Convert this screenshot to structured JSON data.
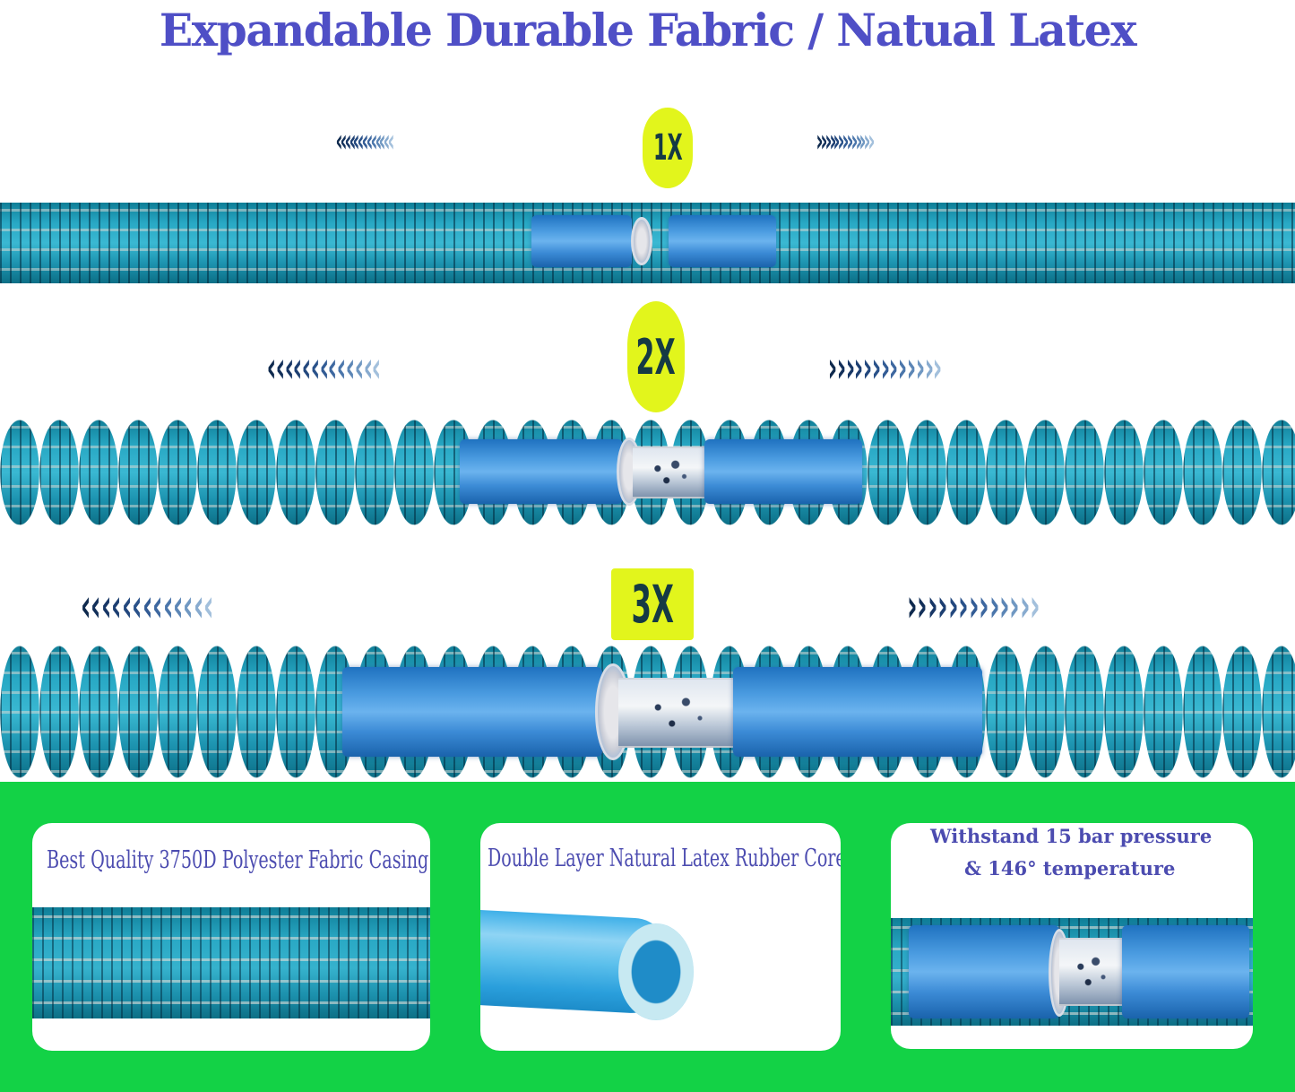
{
  "header": {
    "title": "Expandable Durable Fabric / Natual Latex",
    "title_color": "#4f4fc6"
  },
  "stages": [
    {
      "label": "1X",
      "left_arrows": "«««««««««««««",
      "right_arrows": "»»»»»»»»»»»»»",
      "hose_style": "compressed"
    },
    {
      "label": "2X",
      "left_arrows": "«««««««««««««",
      "right_arrows": "»»»»»»»»»»»»»",
      "hose_style": "expanded"
    },
    {
      "label": "3X",
      "left_arrows": "«««««««««««««",
      "right_arrows": "»»»»»»»»»»»»»",
      "hose_style": "fully-expanded"
    }
  ],
  "features": [
    {
      "caption": "Best Quality 3750D  Polyester Fabric Casing"
    },
    {
      "caption": "Double Layer Natural Latex Rubber Core"
    },
    {
      "caption_line1": "Withstand 15 bar pressure",
      "caption_line2": "& 146° temperature"
    }
  ],
  "colors": {
    "badge": "#e2f51c",
    "panel_green": "#13d246",
    "caption": "#4c4cb0",
    "hose_teal": "#2aa9c5",
    "tube_blue": "#4a9be0"
  }
}
